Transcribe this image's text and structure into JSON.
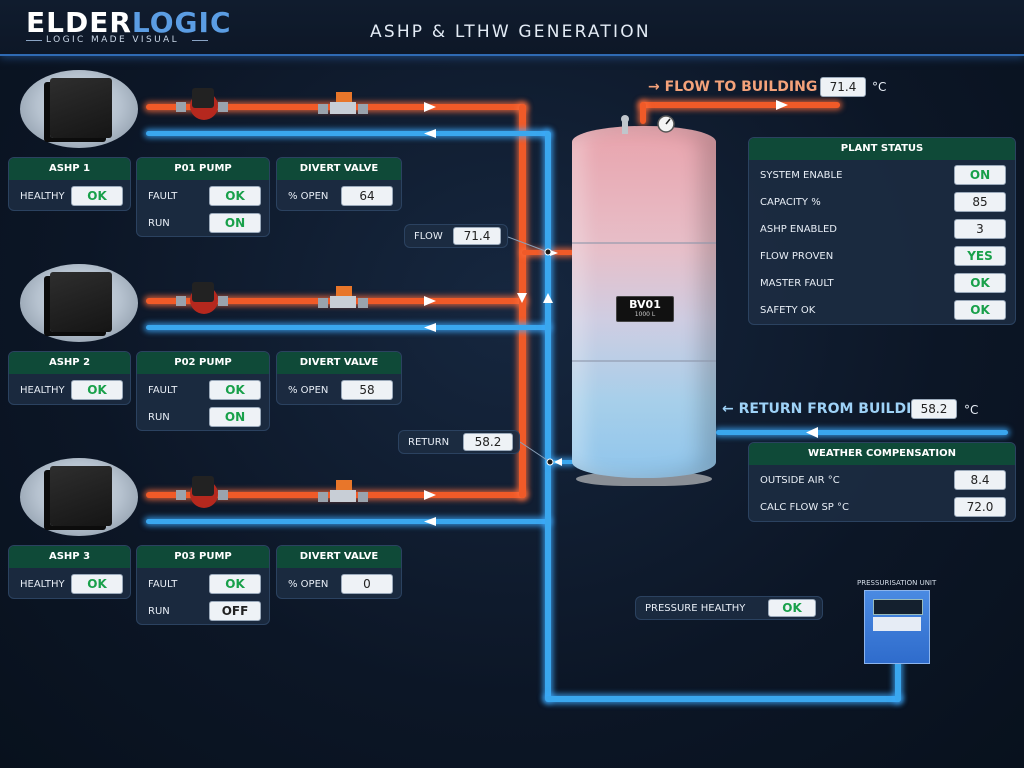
{
  "header": {
    "logo_part1": "ELDER",
    "logo_part2": "LOGIC",
    "logo_tagline": "LOGIC MADE VISUAL",
    "title": "ASHP & LTHW GENERATION"
  },
  "ashp_units": [
    {
      "name": "ASHP 1",
      "healthy_label": "HEALTHY",
      "healthy": "OK",
      "pump_title": "P01 PUMP",
      "fault_label": "FAULT",
      "fault": "OK",
      "run_label": "RUN",
      "run": "ON",
      "valve_title": "DIVERT VALVE",
      "open_label": "% OPEN",
      "open": "64"
    },
    {
      "name": "ASHP 2",
      "healthy_label": "HEALTHY",
      "healthy": "OK",
      "pump_title": "P02 PUMP",
      "fault_label": "FAULT",
      "fault": "OK",
      "run_label": "RUN",
      "run": "ON",
      "valve_title": "DIVERT VALVE",
      "open_label": "% OPEN",
      "open": "58"
    },
    {
      "name": "ASHP 3",
      "healthy_label": "HEALTHY",
      "healthy": "OK",
      "pump_title": "P03 PUMP",
      "fault_label": "FAULT",
      "fault": "OK",
      "run_label": "RUN",
      "run": "OFF",
      "valve_title": "DIVERT VALVE",
      "open_label": "% OPEN",
      "open": "0"
    }
  ],
  "header_flow": {
    "label": "FLOW",
    "value": "71.4"
  },
  "header_return": {
    "label": "RETURN",
    "value": "58.2"
  },
  "buffer_vessel": {
    "tag": "BV01",
    "capacity": "1000 L"
  },
  "flow_to_building": {
    "label": "→ FLOW TO BUILDING",
    "value": "71.4",
    "unit": "°C"
  },
  "return_from_building": {
    "label": "← RETURN FROM BUILDING",
    "value": "58.2",
    "unit": "°C"
  },
  "plant_status": {
    "title": "PLANT STATUS",
    "rows": [
      {
        "label": "SYSTEM ENABLE",
        "value": "ON"
      },
      {
        "label": "CAPACITY %",
        "value": "85"
      },
      {
        "label": "ASHP ENABLED",
        "value": "3"
      },
      {
        "label": "FLOW PROVEN",
        "value": "YES"
      },
      {
        "label": "MASTER FAULT",
        "value": "OK"
      },
      {
        "label": "SAFETY OK",
        "value": "OK"
      }
    ]
  },
  "weather_comp": {
    "title": "WEATHER COMPENSATION",
    "rows": [
      {
        "label": "OUTSIDE AIR °C",
        "value": "8.4"
      },
      {
        "label": "CALC FLOW SP °C",
        "value": "72.0"
      }
    ]
  },
  "pressurisation": {
    "unit_label": "PRESSURISATION UNIT",
    "status_label": "PRESSURE HEALTHY",
    "status_value": "OK"
  },
  "colors": {
    "flow_pipe": "#f05a28",
    "return_pipe": "#3aa7ee",
    "panel_header": "#0f4a38",
    "ok_text": "#18a04a"
  }
}
